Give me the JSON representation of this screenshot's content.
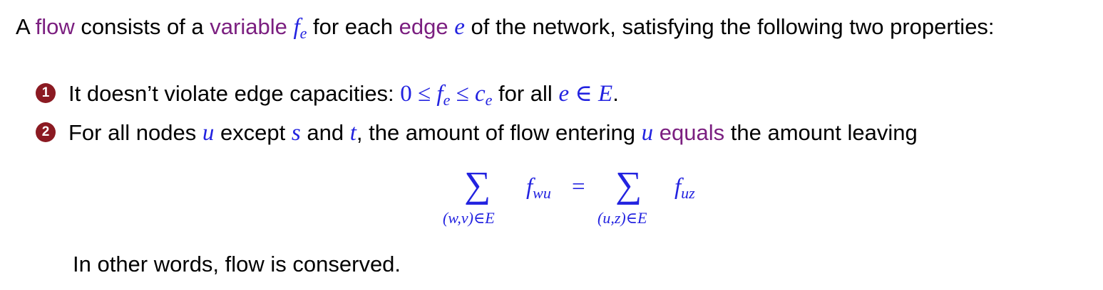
{
  "line1": {
    "t1": "A ",
    "t2": "flow",
    "t3": " consists of a ",
    "t4": "variable",
    "t5": " ",
    "m1": "f",
    "m1sub": "e",
    "t6": " for each ",
    "t7": "edge",
    "t8": " ",
    "m2": "e",
    "t9": " of the network, satisfying the following two properties:"
  },
  "bullet1": {
    "num": "1",
    "t1": "It doesn’t violate edge capacities: ",
    "m1": "0 ≤ ",
    "m2": "f",
    "m2sub": "e",
    "m3": " ≤ ",
    "m4": "c",
    "m4sub": "e",
    "t2": " for all ",
    "m5": "e",
    "m6": " ∈ ",
    "m7": "E",
    "t3": "."
  },
  "bullet2": {
    "num": "2",
    "t1": "For all nodes ",
    "m1": "u",
    "t2": " except ",
    "m2": "s",
    "t3": " and ",
    "m3": "t",
    "t4": ", the amount of flow entering ",
    "m4": "u",
    "t5": " ",
    "t6": "equals",
    "t7": " the amount leaving"
  },
  "equation": {
    "sum_symbol": "∑",
    "left_term": "f",
    "left_sub": "wu",
    "equals": "=",
    "right_term": "f",
    "right_sub": "uz",
    "left_limits": "(w,v)∈E",
    "right_limits": "(u,z)∈E"
  },
  "line4": {
    "text": "In other words, flow is conserved."
  },
  "colors": {
    "highlight_purple": "#7b1f80",
    "math_blue": "#2323e0",
    "bullet_red": "#8b1a22"
  }
}
